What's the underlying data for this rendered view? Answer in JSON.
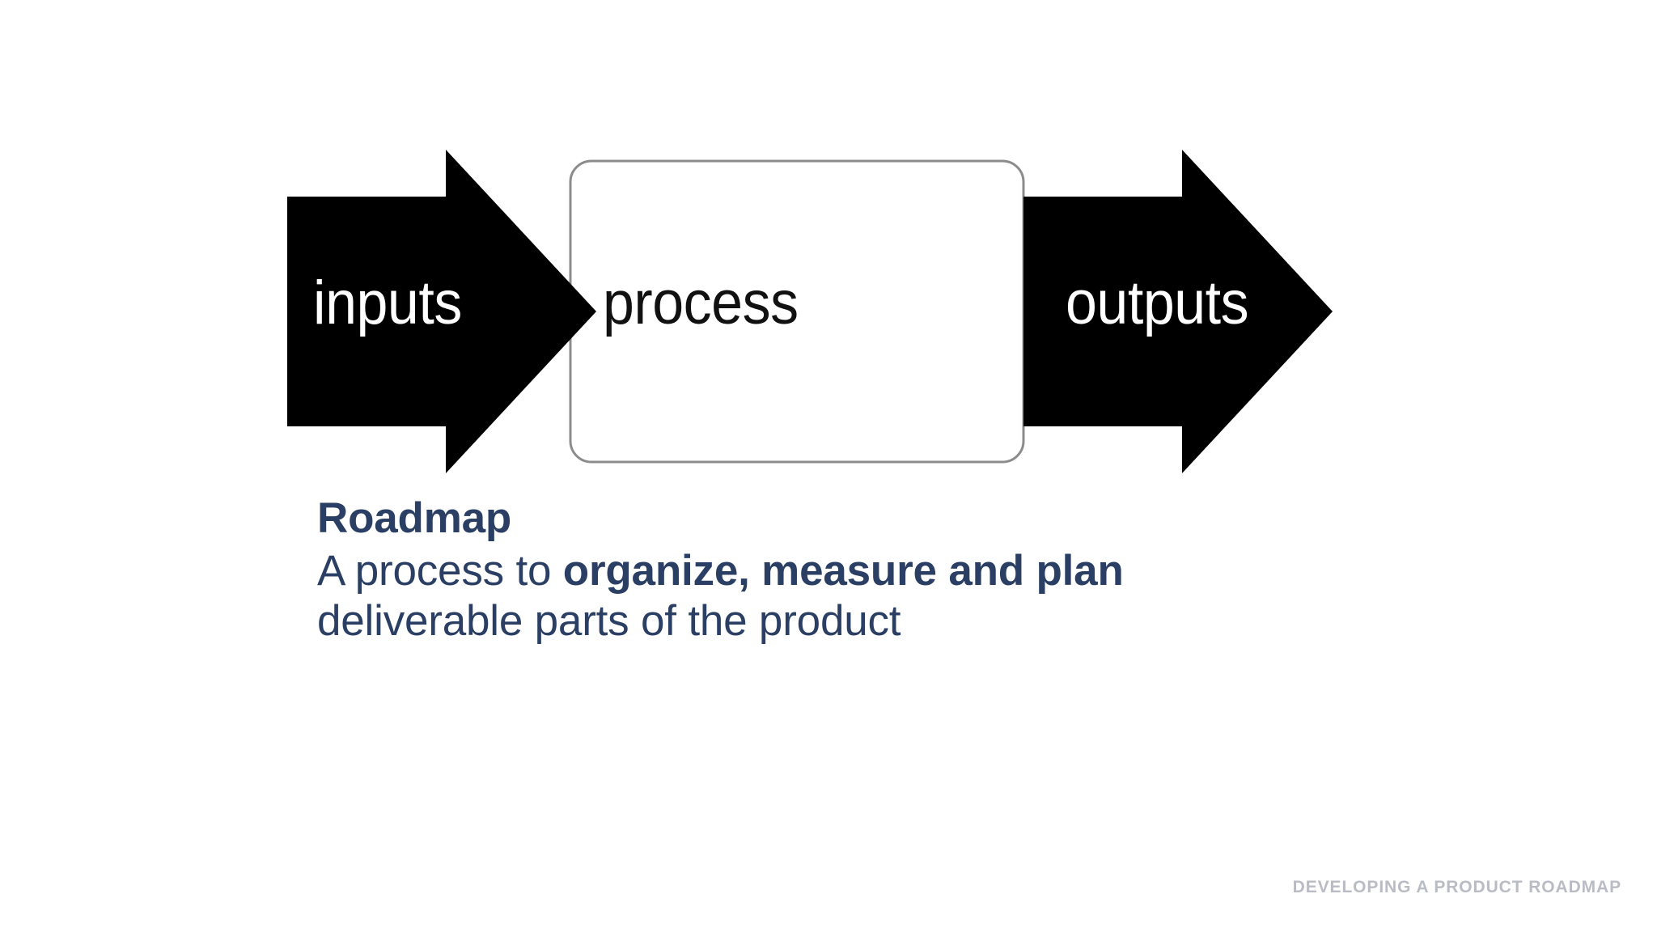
{
  "slide": {
    "background_color": "#ffffff",
    "accent_color": "#2a3f63",
    "footer_color": "#b9bcc4",
    "shape_fill": "#000000",
    "process_border_color": "#8c8c8c"
  },
  "diagram": {
    "type": "input-process-output",
    "nodes": [
      {
        "id": "inputs",
        "label": "inputs",
        "shape": "right-arrow",
        "fill": "#000000",
        "text_color": "#ffffff"
      },
      {
        "id": "process",
        "label": "process",
        "shape": "rounded-rect",
        "fill": "#ffffff",
        "text_color": "#111111"
      },
      {
        "id": "outputs",
        "label": "outputs",
        "shape": "right-arrow",
        "fill": "#000000",
        "text_color": "#ffffff"
      }
    ]
  },
  "caption": {
    "title": "Roadmap",
    "line1_lead": "A process to ",
    "line1_bold": "organize, measure and ",
    "line2_bold": "plan",
    "line2_rest": " deliverable parts of the product"
  },
  "footer": {
    "text": "DEVELOPING A PRODUCT ROADMAP"
  }
}
